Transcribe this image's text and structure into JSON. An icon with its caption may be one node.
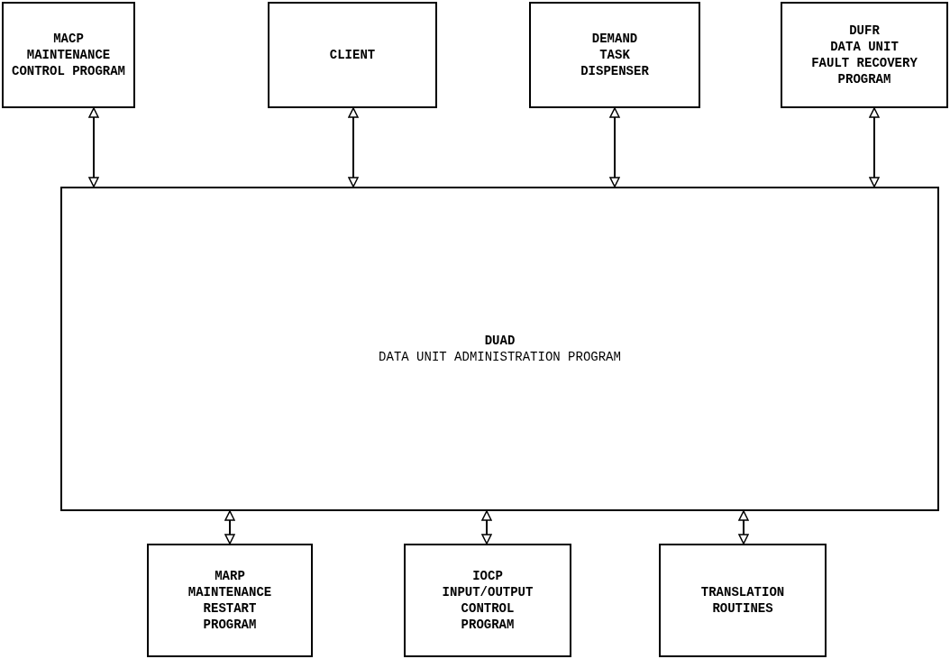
{
  "diagram": {
    "nodes": [
      {
        "text": [
          "MACP",
          "MAINTENANCE CONTROL PROGRAM"
        ]
      },
      {
        "text": [
          "CLIENT"
        ]
      },
      {
        "text": [
          "DEMAND TASK DISPENSER"
        ]
      },
      {
        "text": [
          "DUFR",
          "DATA UNIT FAULT RECOVERY PROGRAM"
        ]
      },
      {
        "text": [
          "DUAD",
          "DATA UNIT ADMINISTRATION PROGRAM"
        ]
      },
      {
        "text": [
          "MARP",
          "MAINTENANCE RESTART PROGRAM"
        ]
      },
      {
        "text": [
          "IOCP",
          "INPUT/OUTPUT CONTROL PROGRAM"
        ]
      },
      {
        "text": [
          "TRANSLATION ROUTINES"
        ]
      }
    ],
    "edges": [
      {
        "from": 0,
        "to": 4,
        "arrow": "both"
      },
      {
        "from": 1,
        "to": 4,
        "arrow": "both"
      },
      {
        "from": 2,
        "to": 4,
        "arrow": "both"
      },
      {
        "from": 3,
        "to": 4,
        "arrow": "both"
      },
      {
        "from": 4,
        "to": 5,
        "arrow": "both"
      },
      {
        "from": 4,
        "to": 6,
        "arrow": "both"
      },
      {
        "from": 4,
        "to": 7,
        "arrow": "both"
      }
    ]
  }
}
